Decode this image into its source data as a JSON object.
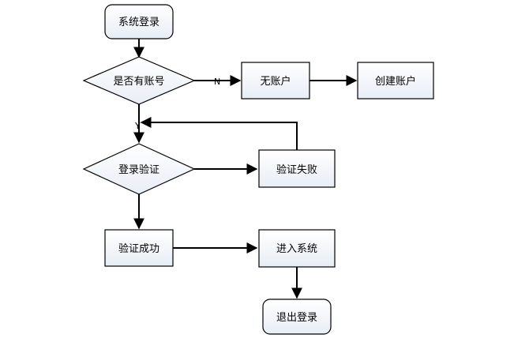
{
  "colors": {
    "node_fill_top": "#ffffff",
    "node_fill_bottom": "#e8eef6",
    "stroke": "#000000"
  },
  "nodes": {
    "start_login": {
      "label": "系统登录",
      "shape": "rounded-rect"
    },
    "has_account": {
      "label": "是否有账号",
      "shape": "diamond"
    },
    "no_account": {
      "label": "无账户",
      "shape": "rect"
    },
    "create_account": {
      "label": "创建账户",
      "shape": "rect"
    },
    "login_verify": {
      "label": "登录验证",
      "shape": "diamond"
    },
    "verify_failed": {
      "label": "验证失败",
      "shape": "rect"
    },
    "verify_success": {
      "label": "验证成功",
      "shape": "rect"
    },
    "enter_system": {
      "label": "进入系统",
      "shape": "rect"
    },
    "logout": {
      "label": "退出登录",
      "shape": "rounded-rect"
    }
  },
  "edges": {
    "no_label": "N",
    "yes_label": "Y"
  }
}
